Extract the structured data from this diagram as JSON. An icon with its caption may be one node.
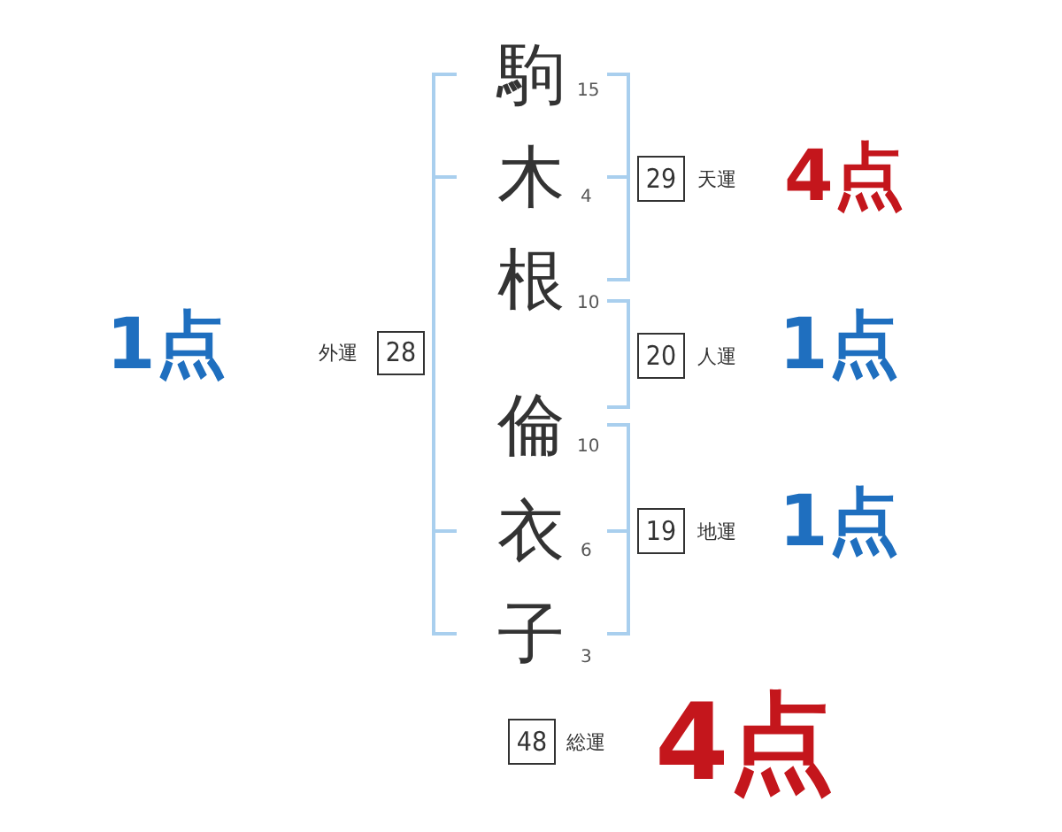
{
  "diagram": {
    "nodes": [
      {
        "text": [
          "29"
        ],
        "beside": [
          "天運",
          "4点"
        ]
      },
      {
        "text": [
          "28"
        ],
        "beside": [
          "1点",
          "外運"
        ]
      },
      {
        "text": [
          "20"
        ],
        "beside": [
          "人運",
          "1点"
        ]
      },
      {
        "text": [
          "19"
        ],
        "beside": [
          "地運",
          "1点"
        ]
      },
      {
        "text": [
          "48"
        ],
        "beside": [
          "総運",
          "4点"
        ]
      }
    ],
    "labels": [
      "駒",
      "15",
      "木",
      "4",
      "根",
      "10",
      "倫",
      "10",
      "衣",
      "6",
      "子",
      "3"
    ]
  }
}
